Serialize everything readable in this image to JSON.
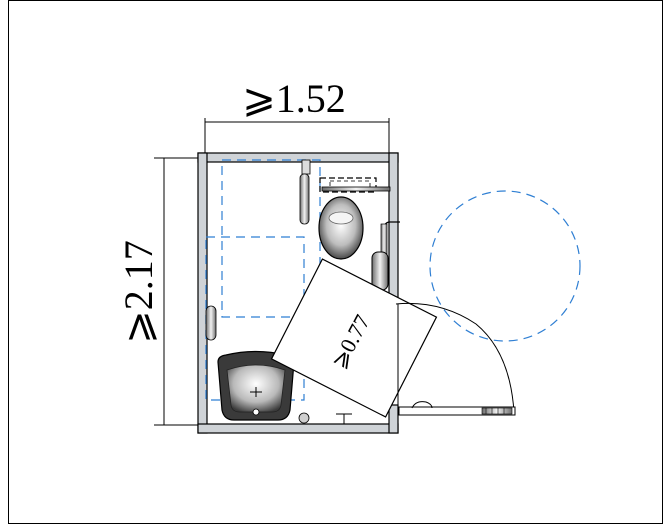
{
  "dimensions": {
    "width_label": "⩾1.52",
    "height_label": "⩾2.17",
    "wheelchair_label": "⩾0.77"
  },
  "colors": {
    "line": "#000000",
    "wall": "#cfd3d7",
    "dashed_blue": "#2f7fd3",
    "fixture_dark": "#3a3a3a",
    "fixture_light": "#e6e6e6",
    "accent_red": "#d22a2a"
  },
  "icons": [
    "toilet-icon",
    "washbasin-icon",
    "grab-bar-icon",
    "wall-mirror-icon",
    "door-swing-arc",
    "turning-circle"
  ]
}
